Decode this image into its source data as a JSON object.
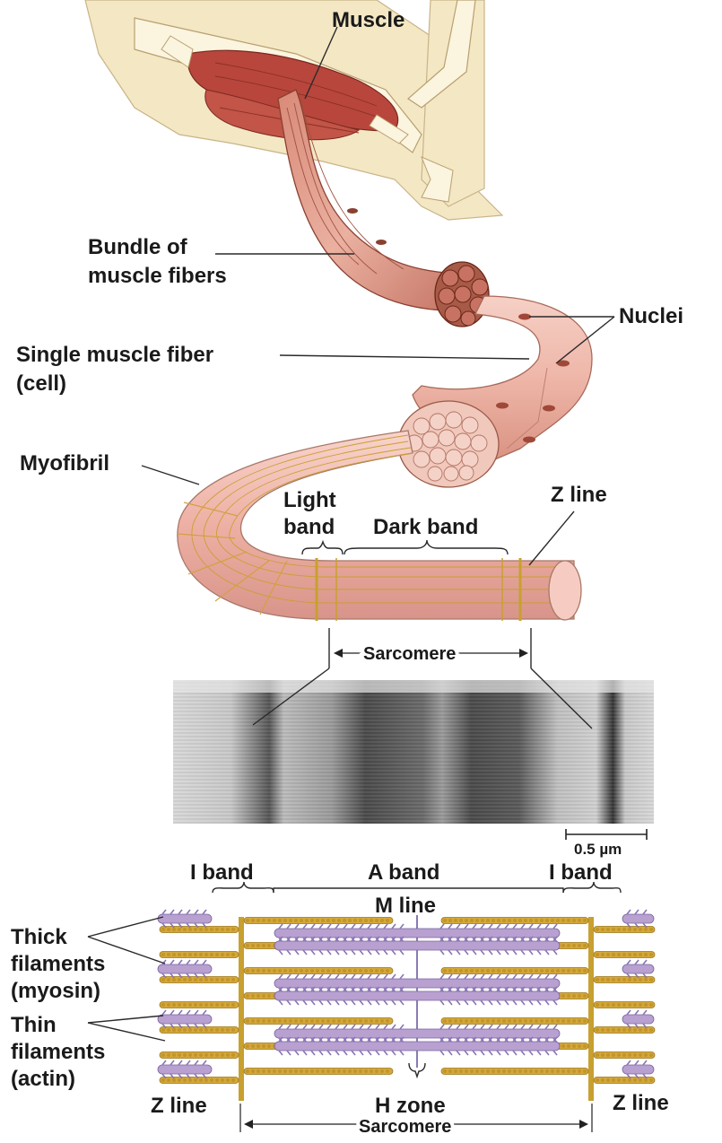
{
  "labels": {
    "muscle": "Muscle",
    "bundle_line1": "Bundle of",
    "bundle_line2": "muscle fibers",
    "nuclei": "Nuclei",
    "single_fiber_line1": "Single muscle fiber",
    "single_fiber_line2": "(cell)",
    "myofibril": "Myofibril",
    "light_band_line1": "Light",
    "light_band_line2": "band",
    "dark_band": "Dark band",
    "z_line_top": "Z line",
    "sarcomere_top": "Sarcomere",
    "scale_bar": "0.5 µm",
    "i_band_left": "I band",
    "a_band": "A band",
    "i_band_right": "I band",
    "m_line": "M line",
    "thick_line1": "Thick",
    "thick_line2": "filaments",
    "thick_line3": "(myosin)",
    "thin_line1": "Thin",
    "thin_line2": "filaments",
    "thin_line3": "(actin)",
    "z_line_left": "Z line",
    "h_zone": "H zone",
    "z_line_right": "Z line",
    "sarcomere_bottom": "Sarcomere"
  },
  "colors": {
    "muscle_red": "#b8463c",
    "fiber_pink": "#e8a898",
    "fiber_dark": "#8a4030",
    "skin": "#f4e7c4",
    "bone": "#fbf4df",
    "myofibril_pink": "#f0b8b0",
    "z_gold": "#c8a030",
    "actin_gold": "#d4a83a",
    "myosin_purple": "#b8a0d0",
    "micrograph_bg": "#b8b8b8"
  }
}
